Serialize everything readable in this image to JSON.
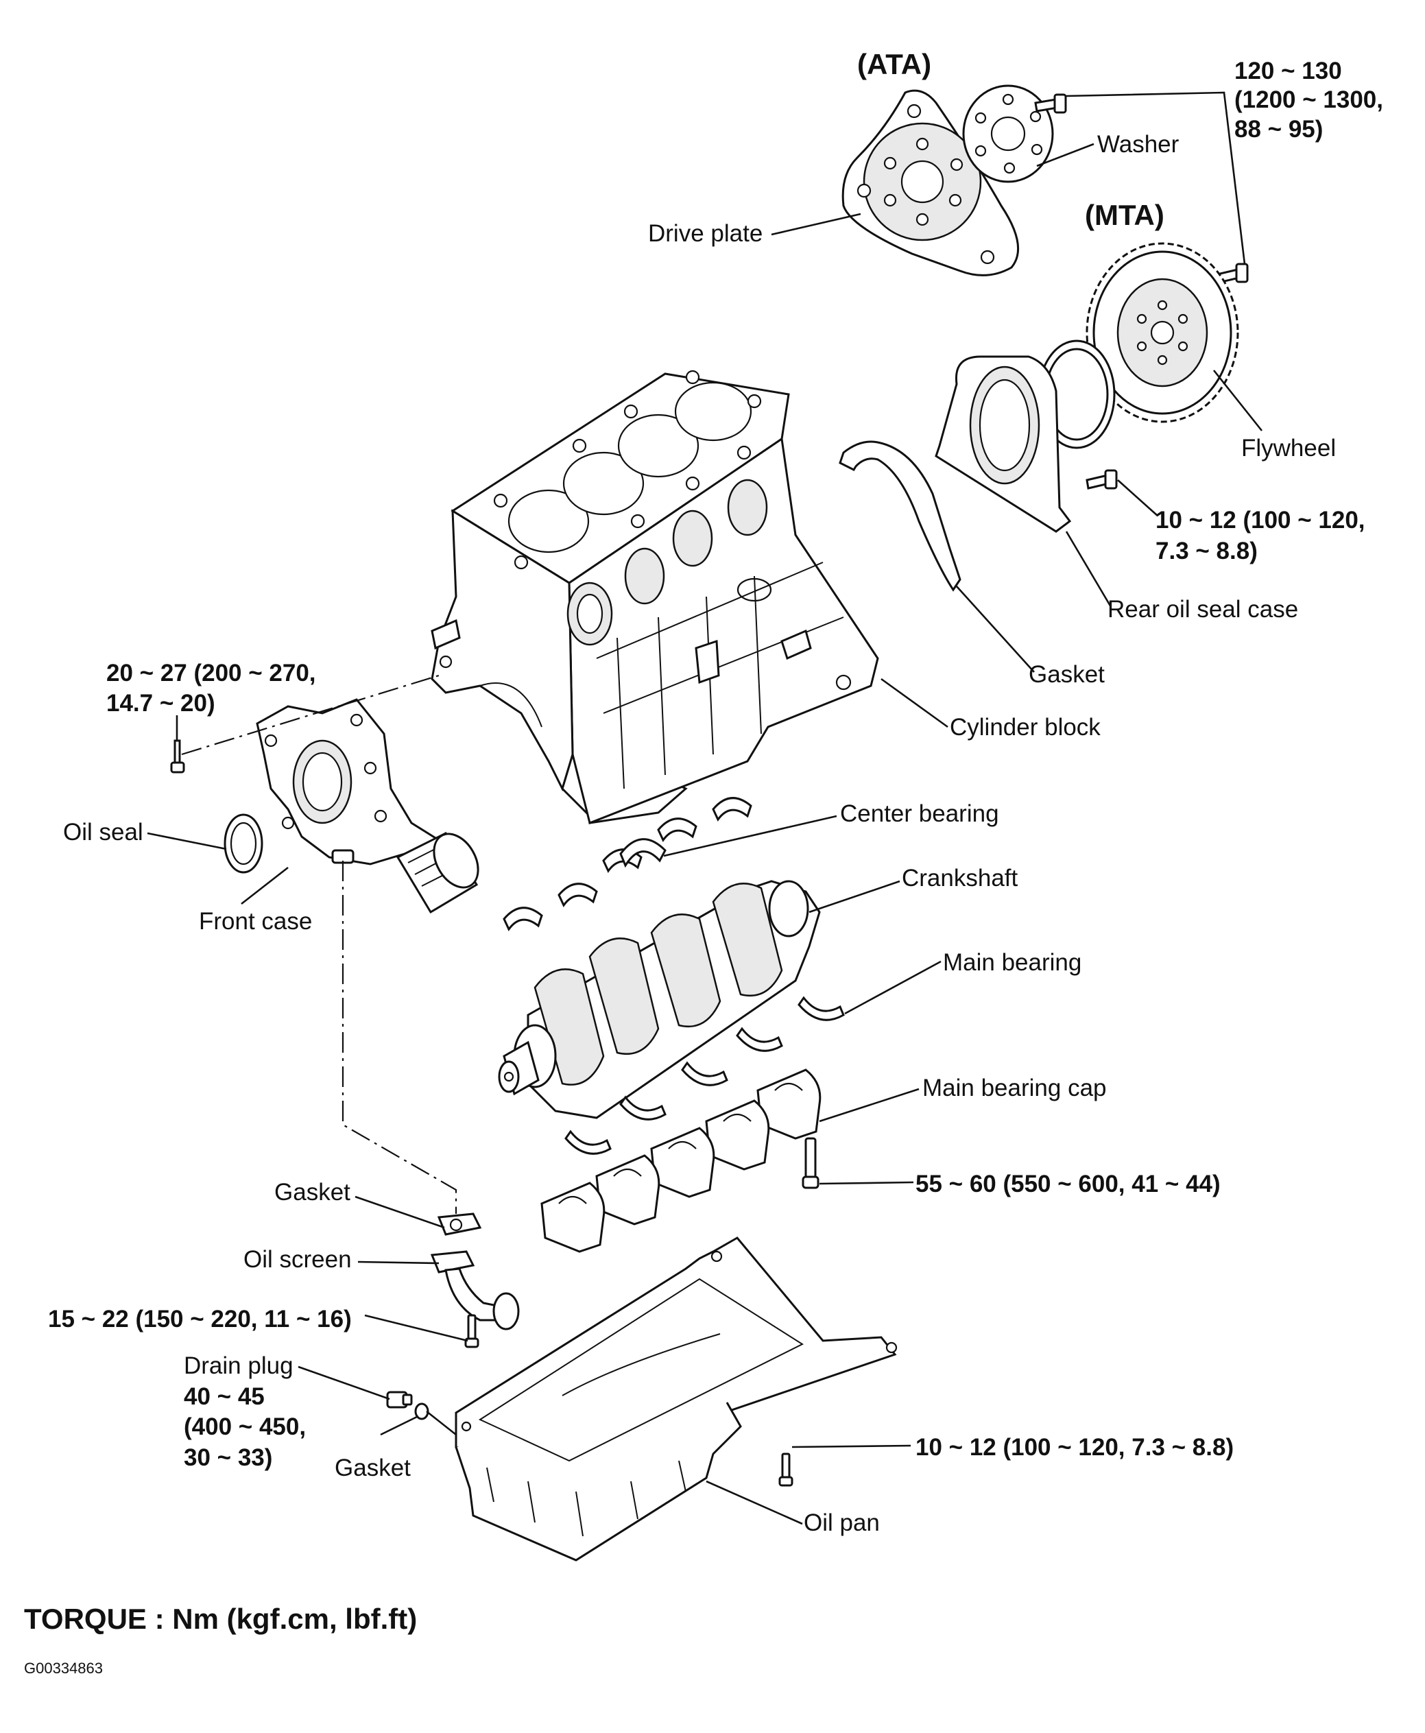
{
  "variants": {
    "ata": "(ATA)",
    "mta": "(MTA)"
  },
  "torques": {
    "flywheel_bolt": [
      "120 ~ 130",
      "(1200 ~ 1300,",
      "88 ~ 95)"
    ],
    "rear_seal_bolt": [
      "10 ~ 12 (100 ~ 120,",
      "7.3 ~ 8.8)"
    ],
    "front_case_bolt": [
      "20 ~ 27 (200 ~ 270,",
      "14.7 ~ 20)"
    ],
    "main_cap_bolt": "55 ~ 60 (550 ~ 600, 41 ~ 44)",
    "oil_screen_bolt": "15 ~ 22 (150 ~ 220, 11 ~ 16)",
    "drain_plug": [
      "40 ~ 45",
      "(400 ~ 450,",
      "30 ~ 33)"
    ],
    "oil_pan_bolt": "10 ~ 12 (100 ~ 120, 7.3 ~ 8.8)"
  },
  "parts": {
    "washer": "Washer",
    "drive_plate": "Drive plate",
    "flywheel": "Flywheel",
    "rear_oil_seal_case": "Rear oil seal case",
    "gasket_rear": "Gasket",
    "cylinder_block": "Cylinder block",
    "center_bearing": "Center bearing",
    "crankshaft": "Crankshaft",
    "main_bearing": "Main bearing",
    "main_bearing_cap": "Main bearing cap",
    "oil_seal": "Oil seal",
    "front_case": "Front case",
    "gasket_screen": "Gasket",
    "oil_screen": "Oil screen",
    "drain_plug": "Drain plug",
    "gasket_drain": "Gasket",
    "oil_pan": "Oil pan"
  },
  "footer": {
    "torque_units": "TORQUE : Nm (kgf.cm, lbf.ft)",
    "figure_code": "G00334863"
  }
}
